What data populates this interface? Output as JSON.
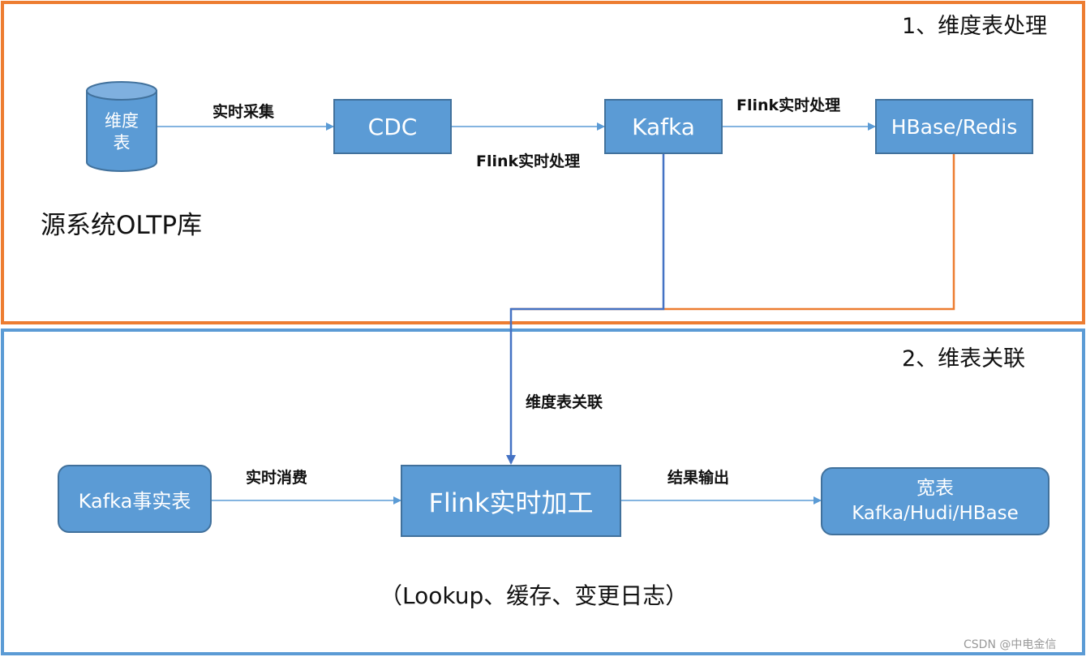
{
  "section1": {
    "title": "1、维度表处理",
    "db_label_line1": "维度",
    "db_label_line2": "表",
    "db_caption": "源系统OLTP库",
    "cdc": "CDC",
    "kafka": "Kafka",
    "hbase_redis": "HBase/Redis",
    "edge_collect": "实时采集",
    "edge_flink_bottom": "Flink实时处理",
    "edge_flink_top": "Flink实时处理"
  },
  "section2": {
    "title": "2、维表关联",
    "edge_dim_join": "维度表关联",
    "kafka_fact": "Kafka事实表",
    "edge_consume": "实时消费",
    "flink_proc": "Flink实时加工",
    "edge_output": "结果输出",
    "wide_line1": "宽表",
    "wide_line2": "Kafka/Hudi/HBase",
    "footnote": "（Lookup、缓存、变更日志）"
  },
  "watermark": "CSDN @中电金信",
  "colors": {
    "orange": "#ED7D31",
    "blue": "#5B9BD5",
    "blue_dark": "#41719C",
    "line_blue": "#4472C4"
  }
}
